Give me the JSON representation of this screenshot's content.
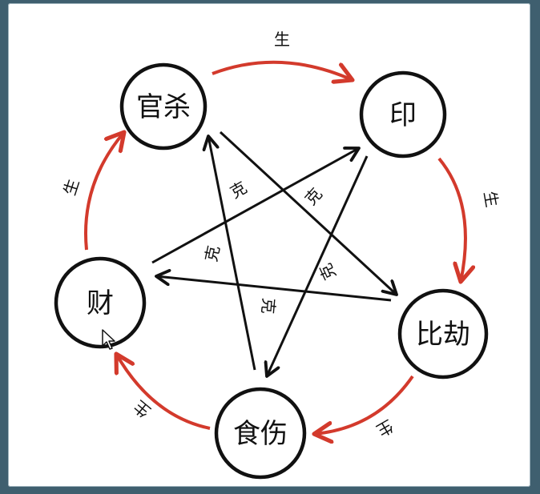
{
  "colors": {
    "sheng": "#d33a2c",
    "ke": "#111111",
    "node_stroke": "#111111",
    "node_fill": "#ffffff"
  },
  "nodes": {
    "guansha": "官杀",
    "yin": "印",
    "bijie": "比劫",
    "shishang": "食伤",
    "cai": "财"
  },
  "edges": {
    "sheng_guansha_yin": "生",
    "sheng_yin_bijie": "生",
    "sheng_bijie_shishang": "生",
    "sheng_shishang_cai": "生",
    "sheng_cai_guansha": "生",
    "ke_guansha_bijie": "克",
    "ke_yin_shishang": "克",
    "ke_bijie_cai": "克",
    "ke_shishang_guansha": "克",
    "ke_cai_yin": "克"
  }
}
